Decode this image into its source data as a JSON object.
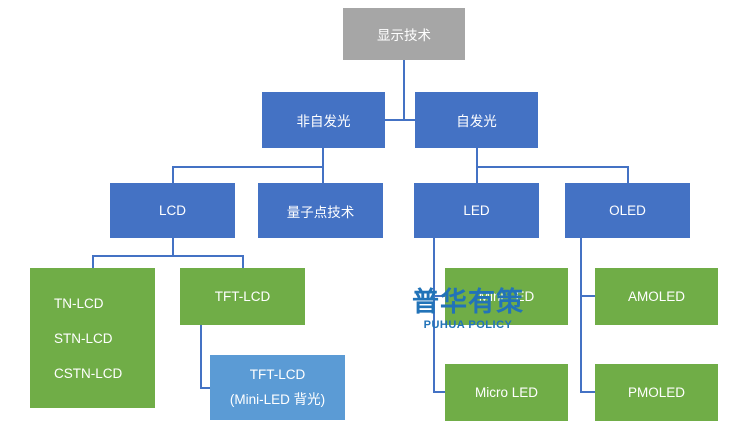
{
  "diagram": {
    "type": "hierarchy-tree",
    "nodes": {
      "root": {
        "label": "显示技术"
      },
      "non_emissive": {
        "label": "非自发光"
      },
      "emissive": {
        "label": "自发光"
      },
      "lcd": {
        "label": "LCD"
      },
      "quantum_dot": {
        "label": "量子点技术"
      },
      "led": {
        "label": "LED"
      },
      "oled": {
        "label": "OLED"
      },
      "tn_lcd": {
        "label": "TN-LCD"
      },
      "stn_lcd": {
        "label": "STN-LCD"
      },
      "cstn_lcd": {
        "label": "CSTN-LCD"
      },
      "tft_lcd": {
        "label": "TFT-LCD"
      },
      "tft_lcd_mini": {
        "line1": "TFT-LCD",
        "line2": "(Mini-LED 背光)"
      },
      "mini_led": {
        "label": "Mini-LED"
      },
      "micro_led": {
        "label": "Micro LED"
      },
      "amoled": {
        "label": "AMOLED"
      },
      "pmoled": {
        "label": "PMOLED"
      }
    },
    "edges": [
      [
        "显示技术",
        "非自发光"
      ],
      [
        "显示技术",
        "自发光"
      ],
      [
        "非自发光",
        "LCD"
      ],
      [
        "非自发光",
        "量子点技术"
      ],
      [
        "自发光",
        "LED"
      ],
      [
        "自发光",
        "OLED"
      ],
      [
        "LCD",
        "TN-LCD / STN-LCD / CSTN-LCD"
      ],
      [
        "LCD",
        "TFT-LCD"
      ],
      [
        "TFT-LCD",
        "TFT-LCD (Mini-LED 背光)"
      ],
      [
        "LED",
        "Mini-LED"
      ],
      [
        "LED",
        "Micro LED"
      ],
      [
        "OLED",
        "AMOLED"
      ],
      [
        "OLED",
        "PMOLED"
      ]
    ],
    "colors": {
      "root_box": "#a6a6a6",
      "blue_box": "#4472c4",
      "green_box": "#70ad47",
      "light_blue_box": "#5b9bd5",
      "connector": "#4472c4",
      "watermark": "#2273b8",
      "text": "#ffffff",
      "background": "#ffffff"
    },
    "watermark": {
      "cn": "普华有策",
      "en": "PUHUA POLICY"
    }
  }
}
